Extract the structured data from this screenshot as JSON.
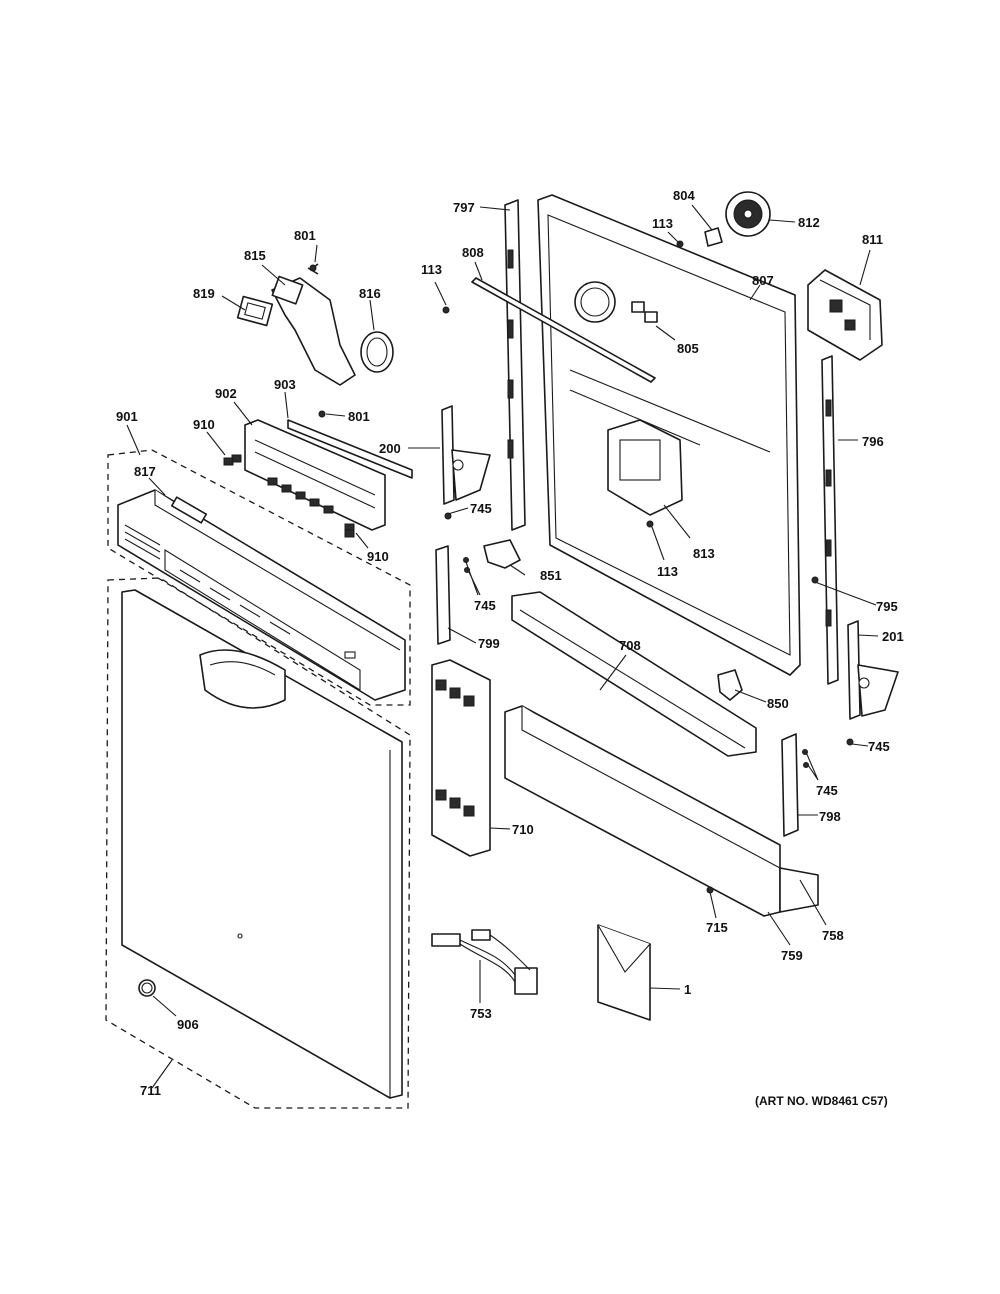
{
  "diagram": {
    "art_number": "(ART NO. WD8461 C57)",
    "callouts": [
      {
        "id": "797",
        "label": "797"
      },
      {
        "id": "804",
        "label": "804"
      },
      {
        "id": "812",
        "label": "812"
      },
      {
        "id": "113a",
        "label": "113"
      },
      {
        "id": "811",
        "label": "811"
      },
      {
        "id": "801a",
        "label": "801"
      },
      {
        "id": "815",
        "label": "815"
      },
      {
        "id": "113b",
        "label": "113"
      },
      {
        "id": "808",
        "label": "808"
      },
      {
        "id": "807",
        "label": "807"
      },
      {
        "id": "819",
        "label": "819"
      },
      {
        "id": "816",
        "label": "816"
      },
      {
        "id": "805",
        "label": "805"
      },
      {
        "id": "902",
        "label": "902"
      },
      {
        "id": "903",
        "label": "903"
      },
      {
        "id": "801b",
        "label": "801"
      },
      {
        "id": "901",
        "label": "901"
      },
      {
        "id": "910a",
        "label": "910"
      },
      {
        "id": "200",
        "label": "200"
      },
      {
        "id": "796",
        "label": "796"
      },
      {
        "id": "817",
        "label": "817"
      },
      {
        "id": "745a",
        "label": "745"
      },
      {
        "id": "813",
        "label": "813"
      },
      {
        "id": "910b",
        "label": "910"
      },
      {
        "id": "113c",
        "label": "113"
      },
      {
        "id": "851",
        "label": "851"
      },
      {
        "id": "745b",
        "label": "745"
      },
      {
        "id": "795",
        "label": "795"
      },
      {
        "id": "201",
        "label": "201"
      },
      {
        "id": "708",
        "label": "708"
      },
      {
        "id": "799",
        "label": "799"
      },
      {
        "id": "850",
        "label": "850"
      },
      {
        "id": "745c",
        "label": "745"
      },
      {
        "id": "745d",
        "label": "745"
      },
      {
        "id": "798",
        "label": "798"
      },
      {
        "id": "710",
        "label": "710"
      },
      {
        "id": "715",
        "label": "715"
      },
      {
        "id": "758",
        "label": "758"
      },
      {
        "id": "759",
        "label": "759"
      },
      {
        "id": "753",
        "label": "753"
      },
      {
        "id": "1",
        "label": "1"
      },
      {
        "id": "906",
        "label": "906"
      },
      {
        "id": "711",
        "label": "711"
      }
    ]
  }
}
